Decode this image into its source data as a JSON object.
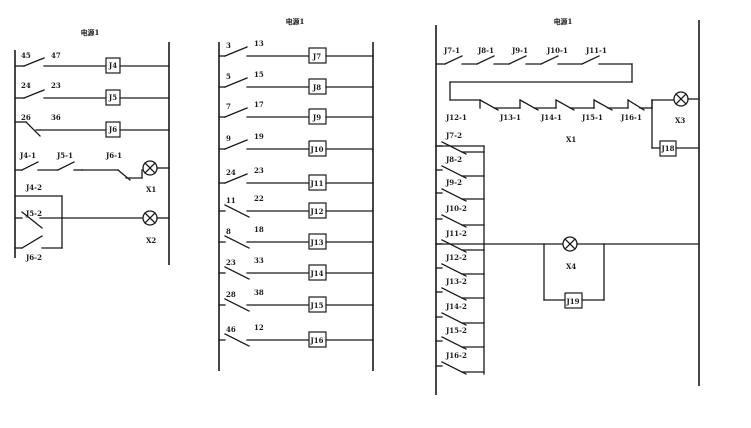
{
  "diagram1": {
    "title": "电源1",
    "rung_labels": [
      {
        "left": "45",
        "right": "47",
        "coil": "J4"
      },
      {
        "left": "24",
        "right": "23",
        "coil": "J5"
      },
      {
        "left": "26",
        "right": "36",
        "coil": "J6"
      }
    ],
    "lamp_rung": {
      "contacts": [
        "J4-1",
        "J5-1",
        "J6-1"
      ],
      "lamp": "X1"
    },
    "parallel_rung": {
      "top": "J4-2",
      "middle": "J5-2",
      "bottom": "J6-2",
      "lamp": "X2"
    }
  },
  "diagram2": {
    "title": "电源1",
    "rungs": [
      {
        "left": "3",
        "right": "13",
        "coil": "J7"
      },
      {
        "left": "5",
        "right": "15",
        "coil": "J8"
      },
      {
        "left": "7",
        "right": "17",
        "coil": "J9"
      },
      {
        "left": "9",
        "right": "19",
        "coil": "J10"
      },
      {
        "left": "24",
        "right": "23",
        "coil": "J11"
      },
      {
        "left": "11",
        "right": "22",
        "coil": "J12"
      },
      {
        "left": "8",
        "right": "18",
        "coil": "J13"
      },
      {
        "left": "23",
        "right": "33",
        "coil": "J14"
      },
      {
        "left": "28",
        "right": "38",
        "coil": "J15"
      },
      {
        "left": "46",
        "right": "12",
        "coil": "J16"
      }
    ]
  },
  "diagram3": {
    "title": "电源1",
    "top_contacts": [
      "J7-1",
      "J8-1",
      "J9-1",
      "J10-1",
      "J11-1"
    ],
    "second_contacts": [
      "J12-1",
      "J13-1",
      "J14-1",
      "J15-1",
      "J16-1"
    ],
    "lamp3": "X3",
    "coil18": "J18",
    "x1_label": "X1",
    "left_contacts": [
      "J7-2",
      "J8-2",
      "J9-2",
      "J10-2",
      "J11-2",
      "J12-2",
      "J13-2",
      "J14-2",
      "J15-2",
      "J16-2"
    ],
    "lamp4": "X4",
    "coil19": "J19"
  }
}
